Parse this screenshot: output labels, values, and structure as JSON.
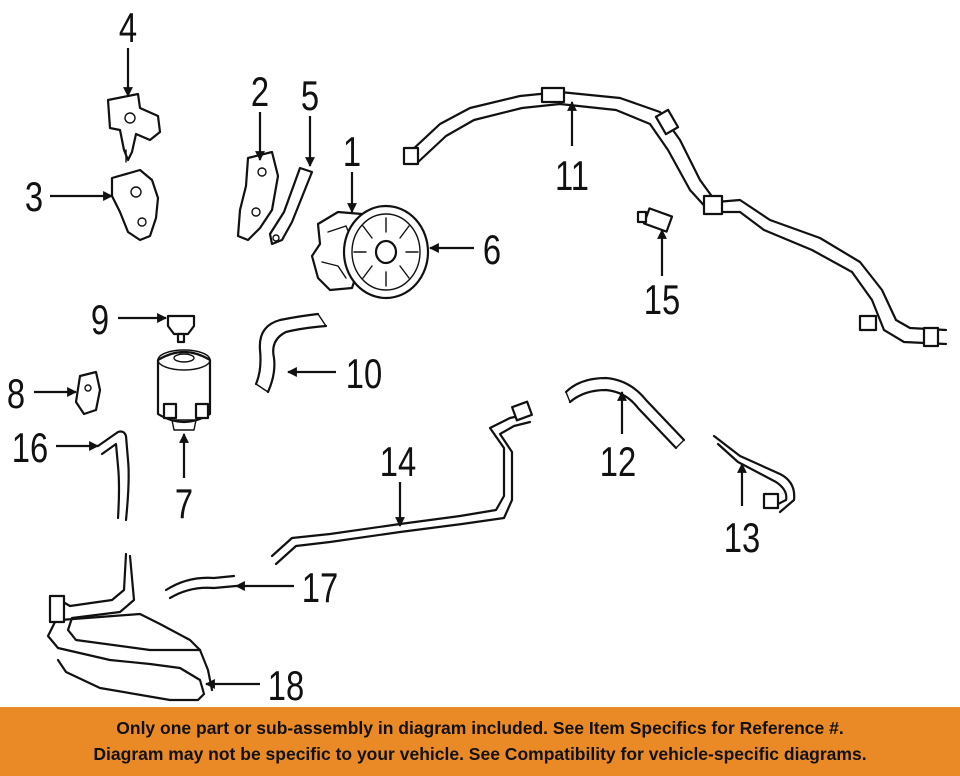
{
  "callouts": {
    "n1": "1",
    "n2": "2",
    "n3": "3",
    "n4": "4",
    "n5": "5",
    "n6": "6",
    "n7": "7",
    "n8": "8",
    "n9": "9",
    "n10": "10",
    "n11": "11",
    "n12": "12",
    "n13": "13",
    "n14": "14",
    "n15": "15",
    "n16": "16",
    "n17": "17",
    "n18": "18"
  },
  "banner": {
    "line1": "Only one part or sub-assembly in diagram included. See Item Specifics for Reference #.",
    "line2": "Diagram may not be specific to your vehicle. See Compatibility for vehicle-specific diagrams."
  },
  "colors": {
    "banner_bg": "#e98a27",
    "ink": "#111111",
    "background": "#ffffff"
  }
}
